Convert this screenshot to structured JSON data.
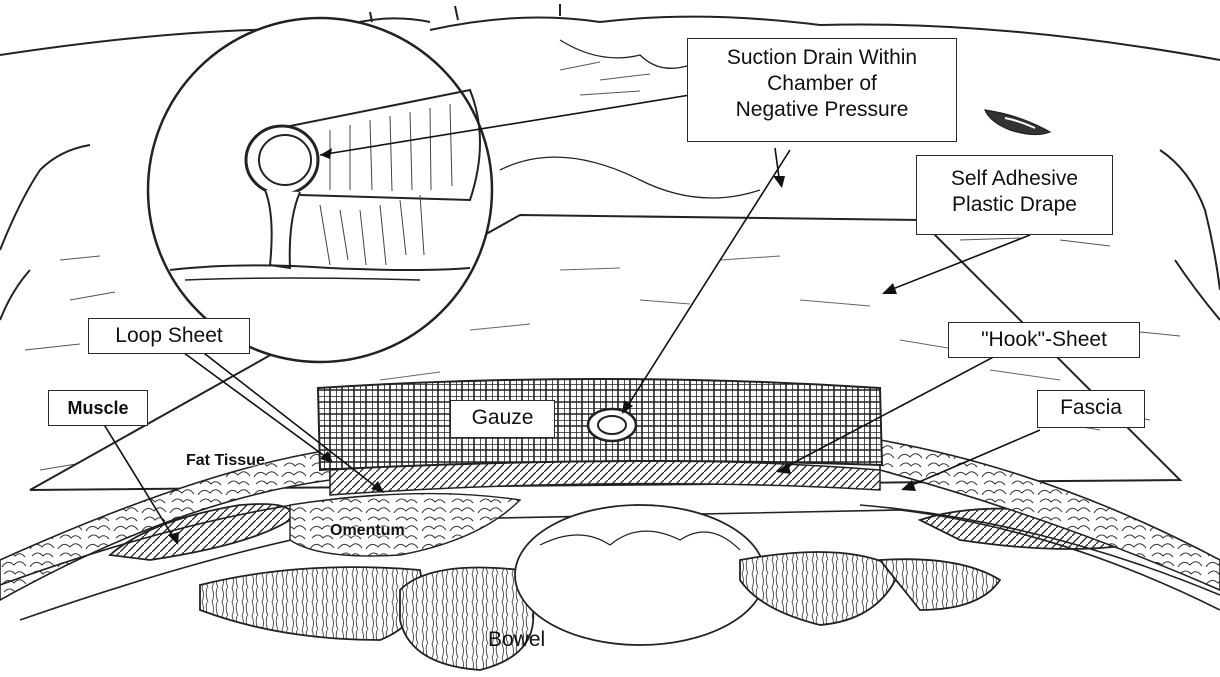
{
  "labels": {
    "suction_drain": [
      "Suction Drain Within",
      "Chamber of",
      "Negative Pressure"
    ],
    "self_adhesive": [
      "Self Adhesive",
      "Plastic Drape"
    ],
    "loop_sheet": "Loop Sheet",
    "hook_sheet": "\"Hook\"-Sheet",
    "muscle": "Muscle",
    "gauze": "Gauze",
    "fascia": "Fascia",
    "fat_tissue": "Fat Tissue",
    "omentum": "Omentum",
    "bowel": "Bowel"
  }
}
